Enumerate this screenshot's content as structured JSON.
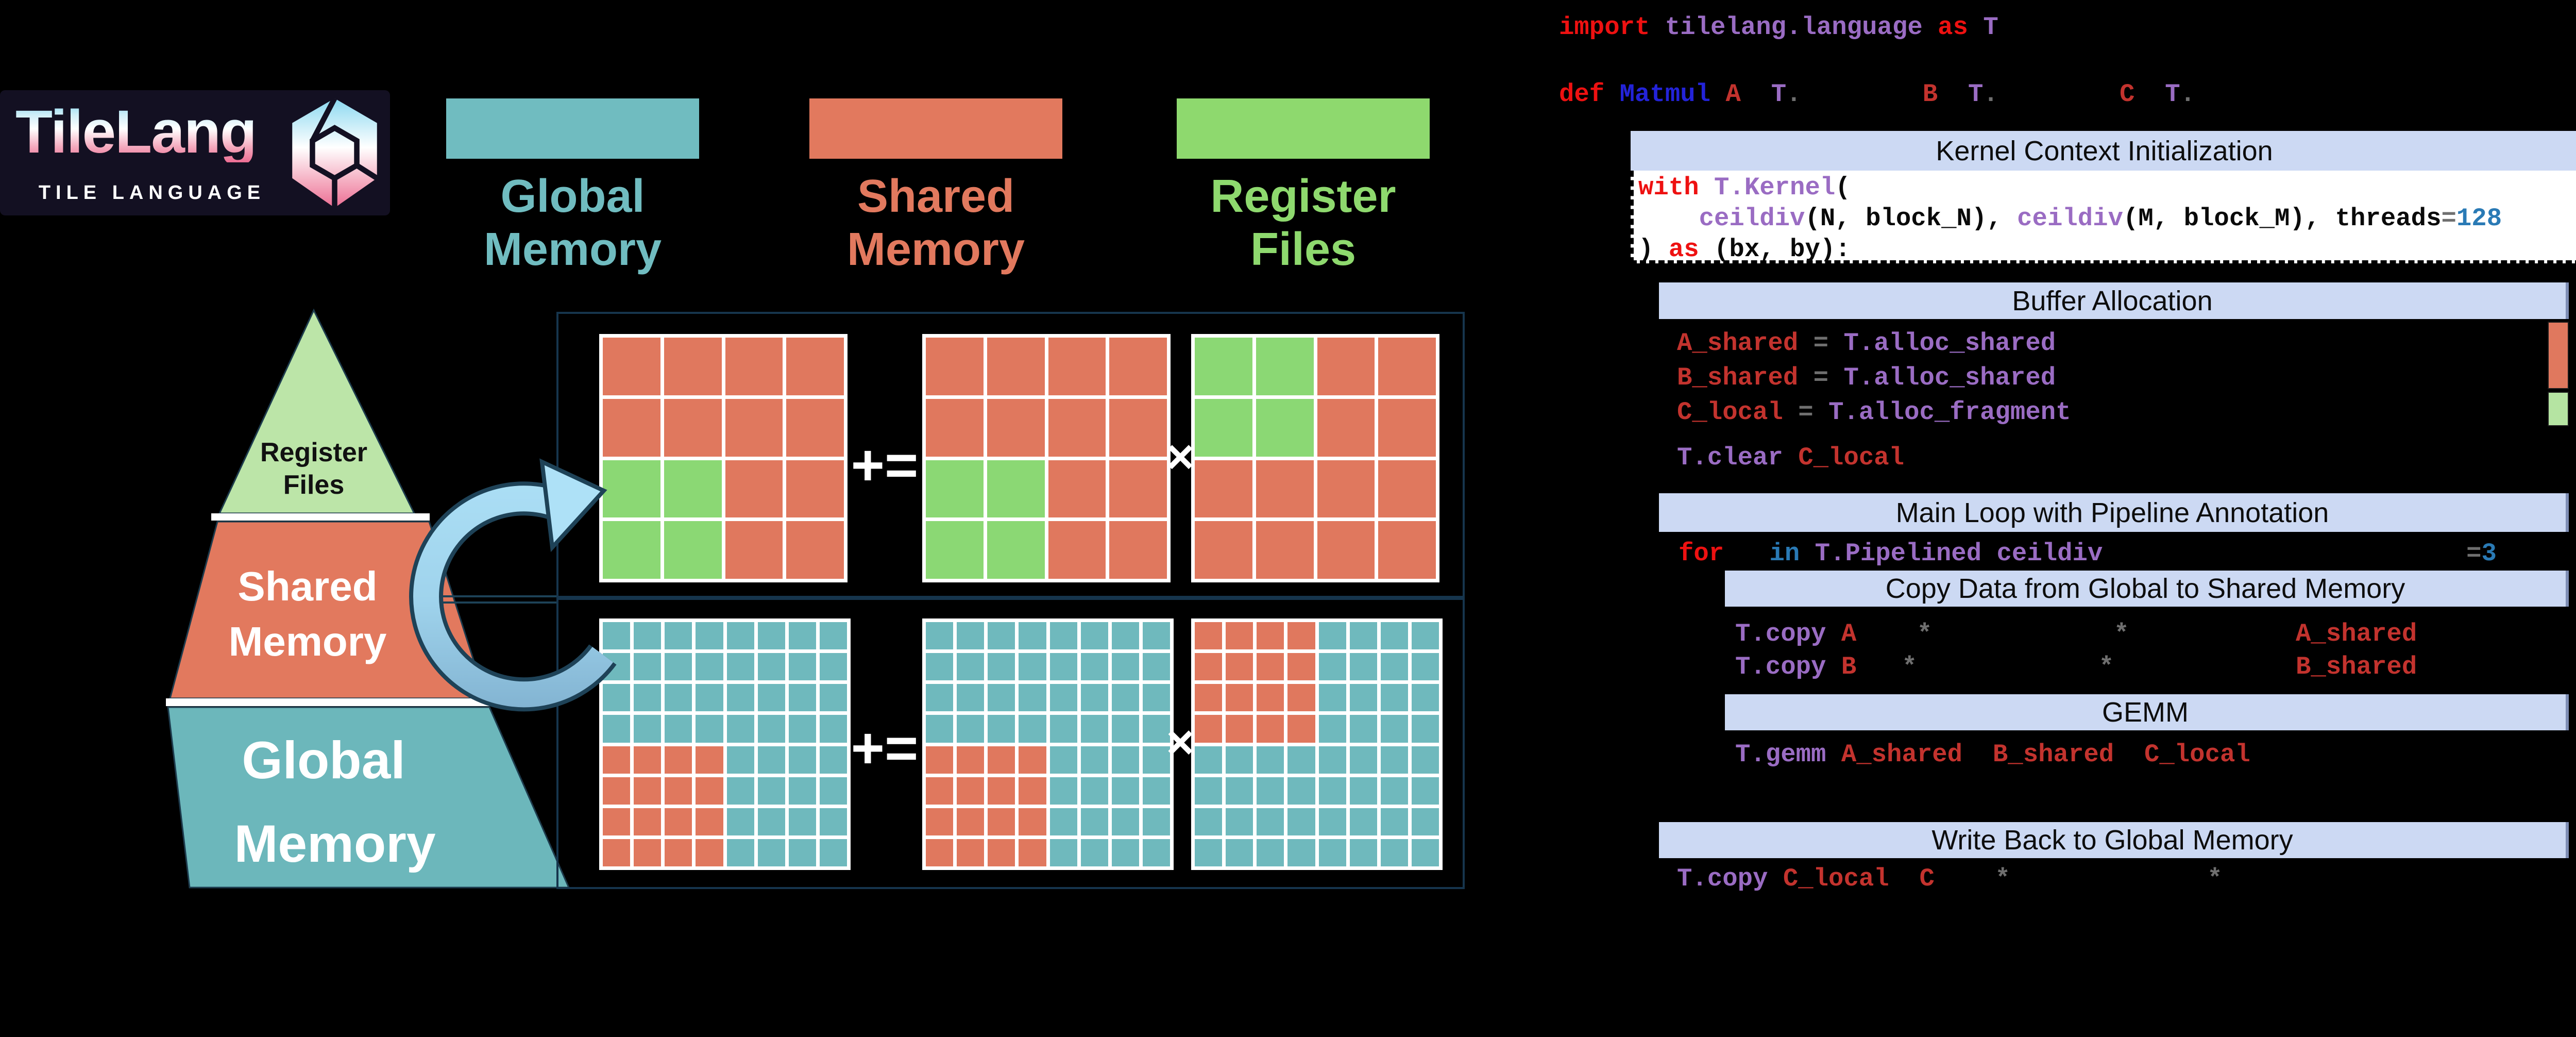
{
  "logo": {
    "title": "TileLang",
    "subtitle": "TILE LANGUAGE",
    "gradient_top": "#8ad8f0",
    "gradient_bottom": "#ec6d93"
  },
  "legend": {
    "items": [
      {
        "label": "Global Memory",
        "color": "#70bcc0"
      },
      {
        "label": "Shared Memory",
        "color": "#e2795e"
      },
      {
        "label": "Register Files",
        "color": "#8ed96e"
      }
    ]
  },
  "pyramid": {
    "tiers": [
      {
        "label": "Register Files",
        "color": "#bce5a8",
        "text_color": "#111111"
      },
      {
        "label": "Shared Memory",
        "color": "#e2795e",
        "text_color": "#ffffff"
      },
      {
        "label": "Global Memory",
        "color": "#6cb7bb",
        "text_color": "#ffffff"
      }
    ]
  },
  "tile_diagram": {
    "box_border_color": "#16354d",
    "plus_equals": "+=",
    "times": "×",
    "shared_grids": [
      {
        "name": "c-shared-tile",
        "rows": 4,
        "cols": 4,
        "base": "#e0785e",
        "highlight": "#8bd874",
        "hl_rows": [
          2,
          3
        ],
        "hl_cols": [
          0,
          1
        ]
      },
      {
        "name": "a-shared-tile",
        "rows": 4,
        "cols": 4,
        "base": "#e0785e",
        "highlight": "#8bd874",
        "hl_rows": [
          2,
          3
        ],
        "hl_cols": [
          0,
          1
        ]
      },
      {
        "name": "b-shared-tile",
        "rows": 4,
        "cols": 4,
        "base": "#e0785e",
        "highlight": "#8bd874",
        "hl_rows": [
          0,
          1
        ],
        "hl_cols": [
          0,
          1
        ]
      }
    ],
    "global_grids": [
      {
        "name": "c-global-matrix",
        "rows": 8,
        "cols": 8,
        "base": "#6fb9bd",
        "highlight": "#e0785e",
        "hl_rows": [
          4,
          5,
          6,
          7
        ],
        "hl_cols": [
          0,
          1,
          2,
          3
        ]
      },
      {
        "name": "a-global-matrix",
        "rows": 8,
        "cols": 8,
        "base": "#6fb9bd",
        "highlight": "#e0785e",
        "hl_rows": [
          4,
          5,
          6,
          7
        ],
        "hl_cols": [
          0,
          1,
          2,
          3
        ]
      },
      {
        "name": "b-global-matrix",
        "rows": 8,
        "cols": 8,
        "base": "#6fb9bd",
        "highlight": "#e0785e",
        "hl_rows": [
          0,
          1,
          2,
          3
        ],
        "hl_cols": [
          0,
          1,
          2,
          3
        ]
      }
    ]
  },
  "code": {
    "headers": {
      "kernel": "Kernel Context Initialization",
      "buffer": "Buffer Allocation",
      "main_loop": "Main Loop with Pipeline Annotation",
      "copy": "Copy Data from Global to Shared Memory",
      "gemm": "GEMM",
      "writeback": "Write Back to Global Memory"
    },
    "bars": [
      {
        "name": "shared-memory-alloc-bar",
        "color": "#e0785e"
      },
      {
        "name": "register-files-alloc-bar",
        "color": "#b5e4a2"
      }
    ],
    "lines": {
      "import_line": [
        [
          "kw",
          "import"
        ],
        [
          "sp",
          " "
        ],
        [
          "fn",
          "tilelang.language"
        ],
        [
          "sp",
          " "
        ],
        [
          "kw",
          "as"
        ],
        [
          "sp",
          " "
        ],
        [
          "fn",
          "T"
        ]
      ],
      "def_line": [
        [
          "kw",
          "def"
        ],
        [
          "sp",
          " "
        ],
        [
          "cls",
          "Matmul"
        ],
        [
          "sp",
          " "
        ],
        [
          "id",
          "A"
        ],
        [
          "sp",
          "  "
        ],
        [
          "fn",
          "T"
        ],
        [
          "op",
          "."
        ],
        [
          "sp",
          "        "
        ],
        [
          "id",
          "B"
        ],
        [
          "sp",
          "  "
        ],
        [
          "fn",
          "T"
        ],
        [
          "op",
          "."
        ],
        [
          "sp",
          "        "
        ],
        [
          "id",
          "C"
        ],
        [
          "sp",
          "  "
        ],
        [
          "fn",
          "T"
        ],
        [
          "op",
          "."
        ]
      ],
      "with_line": [
        [
          "kw",
          "with"
        ],
        [
          "sp",
          " "
        ],
        [
          "fn",
          "T.Kernel"
        ],
        [
          "df",
          "("
        ]
      ],
      "ceildiv_line": [
        [
          "sp",
          "    "
        ],
        [
          "fn",
          "ceildiv"
        ],
        [
          "df",
          "(N, block_N), "
        ],
        [
          "fn",
          "ceildiv"
        ],
        [
          "df",
          "(M, block_M), threads"
        ],
        [
          "op",
          "="
        ],
        [
          "num",
          "128"
        ]
      ],
      "as_line": [
        [
          "df",
          ") "
        ],
        [
          "kw",
          "as"
        ],
        [
          "df",
          " (bx, by):"
        ]
      ],
      "a_shared": [
        [
          "id",
          "A_shared"
        ],
        [
          "sp",
          " "
        ],
        [
          "op",
          "="
        ],
        [
          "sp",
          " "
        ],
        [
          "fn",
          "T.alloc_shared"
        ]
      ],
      "b_shared": [
        [
          "id",
          "B_shared"
        ],
        [
          "sp",
          " "
        ],
        [
          "op",
          "="
        ],
        [
          "sp",
          " "
        ],
        [
          "fn",
          "T.alloc_shared"
        ]
      ],
      "c_local": [
        [
          "id",
          "C_local"
        ],
        [
          "sp",
          " "
        ],
        [
          "op",
          "="
        ],
        [
          "sp",
          " "
        ],
        [
          "fn",
          "T.alloc_fragment"
        ]
      ],
      "clear_line": [
        [
          "fn",
          "T.clear"
        ],
        [
          "sp",
          " "
        ],
        [
          "id",
          "C_local"
        ]
      ],
      "for_line": [
        [
          "kw",
          "for"
        ],
        [
          "sp",
          "   "
        ],
        [
          "kw2",
          "in"
        ],
        [
          "sp",
          " "
        ],
        [
          "fn",
          "T.Pipelined"
        ],
        [
          "sp",
          " "
        ],
        [
          "fn",
          "ceildiv"
        ],
        [
          "sp",
          "                        "
        ],
        [
          "op",
          "="
        ],
        [
          "num",
          "3"
        ]
      ],
      "copy_a": [
        [
          "fn",
          "T.copy"
        ],
        [
          "sp",
          " "
        ],
        [
          "id",
          "A"
        ],
        [
          "sp",
          "    "
        ],
        [
          "op",
          "*"
        ],
        [
          "sp",
          "            "
        ],
        [
          "op",
          "*"
        ],
        [
          "sp",
          "           "
        ],
        [
          "id",
          "A_shared"
        ]
      ],
      "copy_b": [
        [
          "fn",
          "T.copy"
        ],
        [
          "sp",
          " "
        ],
        [
          "id",
          "B"
        ],
        [
          "sp",
          "   "
        ],
        [
          "op",
          "*"
        ],
        [
          "sp",
          "            "
        ],
        [
          "op",
          "*"
        ],
        [
          "sp",
          "            "
        ],
        [
          "id",
          "B_shared"
        ]
      ],
      "gemm_call": [
        [
          "fn",
          "T.gemm"
        ],
        [
          "sp",
          " "
        ],
        [
          "id",
          "A_shared"
        ],
        [
          "sp",
          "  "
        ],
        [
          "id",
          "B_shared"
        ],
        [
          "sp",
          "  "
        ],
        [
          "id",
          "C_local"
        ]
      ],
      "copy_c": [
        [
          "fn",
          "T.copy"
        ],
        [
          "sp",
          " "
        ],
        [
          "id",
          "C_local"
        ],
        [
          "sp",
          "  "
        ],
        [
          "id",
          "C"
        ],
        [
          "sp",
          "    "
        ],
        [
          "op",
          "*"
        ],
        [
          "sp",
          "             "
        ],
        [
          "op",
          "*"
        ]
      ]
    }
  }
}
